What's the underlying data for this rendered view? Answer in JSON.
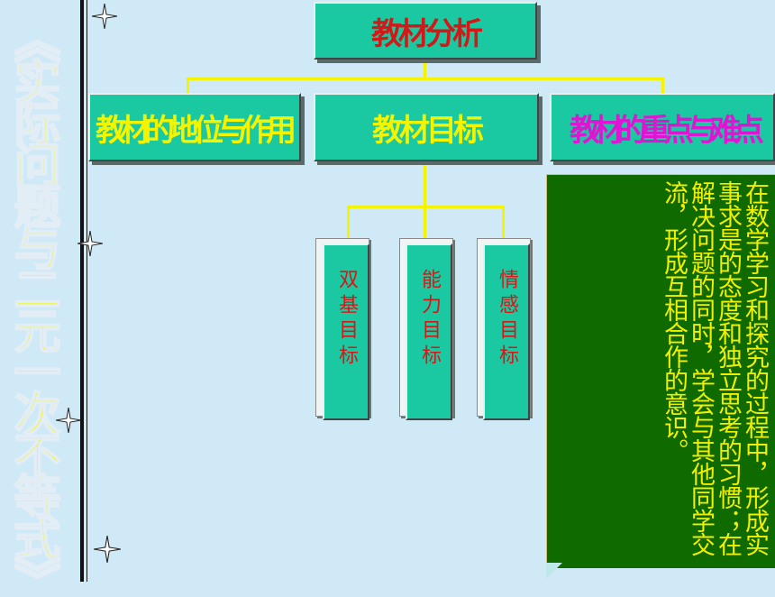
{
  "side_title": "《实际问题与二元一次不等式》",
  "header_box": {
    "label": "教材分析"
  },
  "branches": [
    {
      "label": "教材的地位与作用"
    },
    {
      "label": "教材目标"
    },
    {
      "label": "教材的重点与难点"
    }
  ],
  "goals": [
    {
      "label": "双基目标"
    },
    {
      "label": "能力目标"
    },
    {
      "label": "情感目标"
    }
  ],
  "emotion_goal_text": "在数学学习和探究的过程中，形成实事求是的态度和独立思考的习惯；在解决问题的同时，学会与其他同学交流，形成互相合作的意识。",
  "colors": {
    "background": "#cfe9f7",
    "box_fill": "#1ac9a2",
    "connector": "#f4f400",
    "panel_fill": "#0f6b00",
    "panel_text": "#f2ef00",
    "title_red": "#d31818",
    "branch_yellow": "#f4f400",
    "branch_magenta": "#e015d4"
  }
}
